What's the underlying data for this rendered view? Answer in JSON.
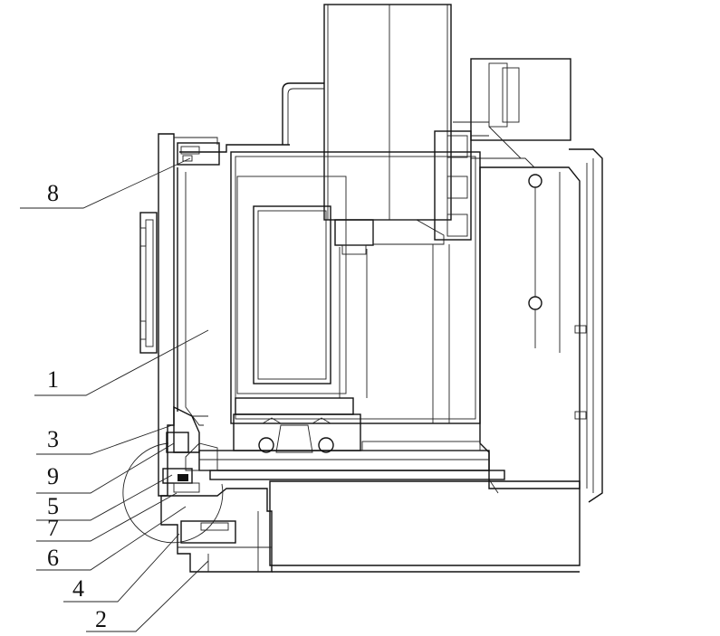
{
  "diagram": {
    "labels": [
      {
        "id": "8",
        "text": "8"
      },
      {
        "id": "1",
        "text": "1"
      },
      {
        "id": "3",
        "text": "3"
      },
      {
        "id": "9",
        "text": "9"
      },
      {
        "id": "5",
        "text": "5"
      },
      {
        "id": "7",
        "text": "7"
      },
      {
        "id": "6",
        "text": "6"
      },
      {
        "id": "4",
        "text": "4"
      },
      {
        "id": "2",
        "text": "2"
      }
    ]
  }
}
